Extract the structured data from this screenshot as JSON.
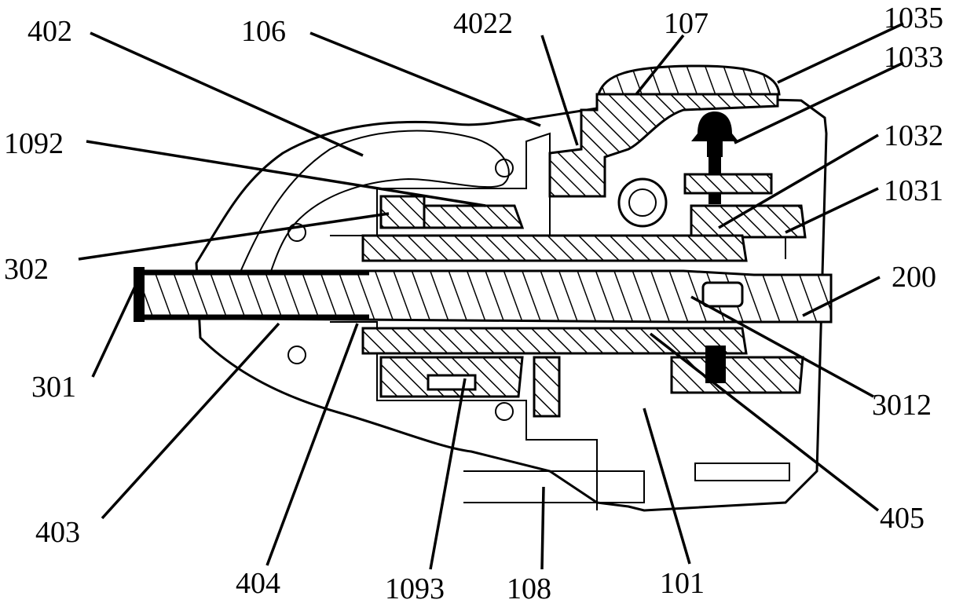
{
  "labels": {
    "l402": "402",
    "l106": "106",
    "l4022": "4022",
    "l107": "107",
    "l1035": "1035",
    "l1033": "1033",
    "l1092": "1092",
    "l1032": "1032",
    "l1031": "1031",
    "l302": "302",
    "l200": "200",
    "l301": "301",
    "l3012": "3012",
    "l403": "403",
    "l405": "405",
    "l404": "404",
    "l1093": "1093",
    "l108": "108",
    "l101": "101"
  }
}
